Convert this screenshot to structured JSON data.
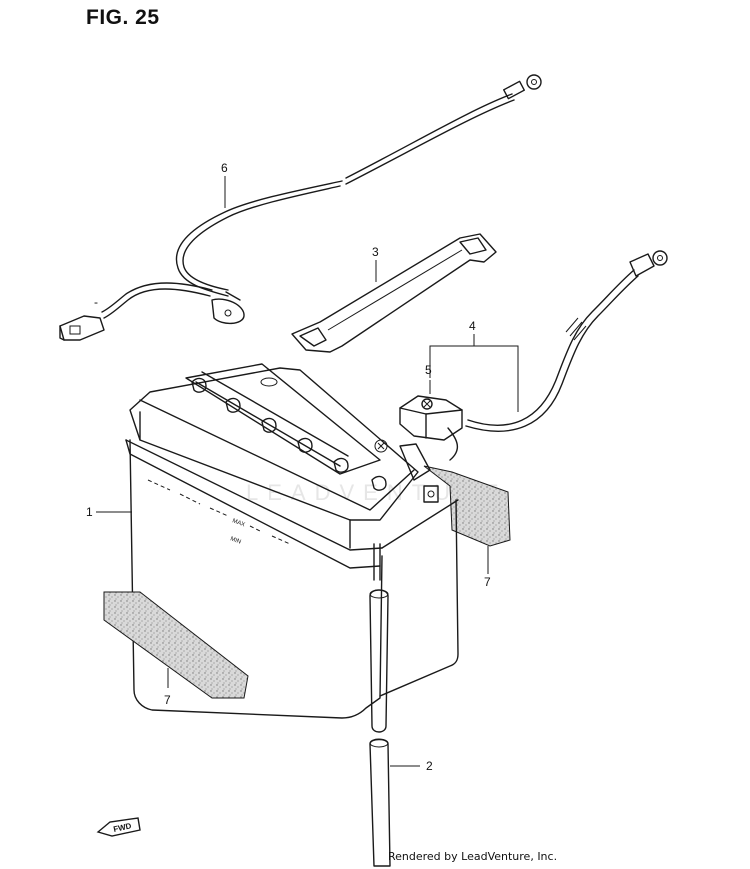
{
  "figure": {
    "title": "FIG. 25"
  },
  "callouts": {
    "c1": "1",
    "c2": "2",
    "c3": "3",
    "c4": "4",
    "c5": "5",
    "c6": "6",
    "c7a": "7",
    "c7b": "7",
    "dash": "-"
  },
  "battery": {
    "max_label": "MAX",
    "min_label": "MIN"
  },
  "direction_marker": {
    "label": "FWD"
  },
  "watermark": {
    "text": "LEADVENTURE"
  },
  "footer": {
    "credit": "Rendered by LeadVenture, Inc."
  },
  "colors": {
    "line": "#1a1a1a",
    "paper": "#ffffff",
    "pad_fill": "#d6d6d6"
  }
}
